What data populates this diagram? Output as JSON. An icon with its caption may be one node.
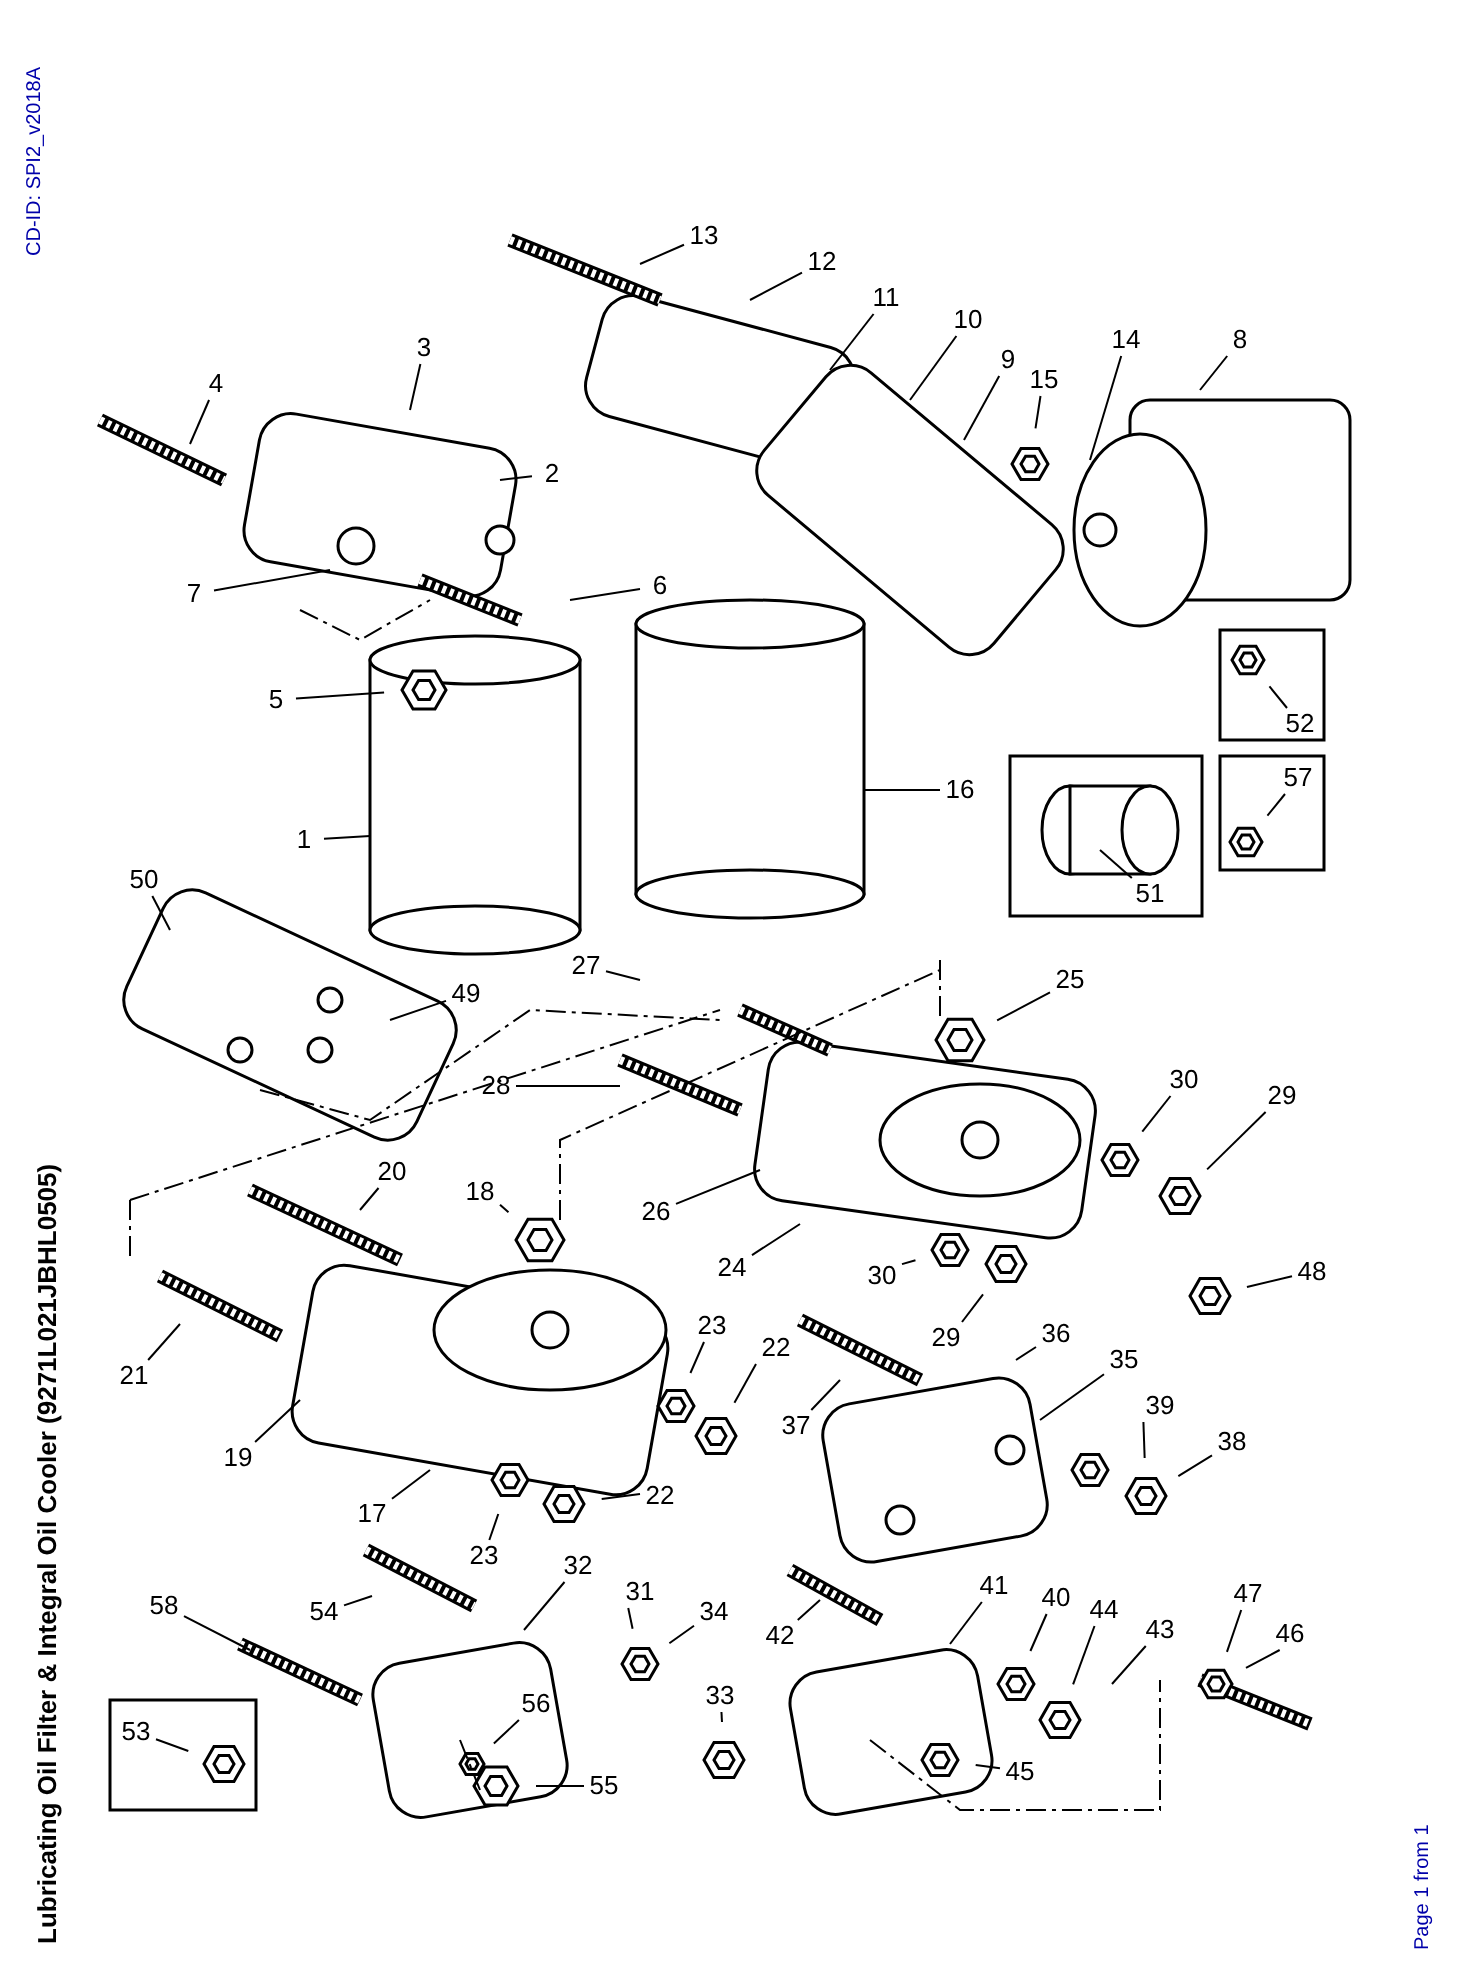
{
  "diagram": {
    "title": "Lubricating Oil Filter & Integral Oil Cooler (9271L021JBHL0505)",
    "nodes": [
      {
        "text": [
          "1"
        ]
      },
      {
        "text": [
          "2"
        ]
      },
      {
        "text": [
          "3"
        ]
      },
      {
        "text": [
          "4"
        ]
      },
      {
        "text": [
          "5"
        ]
      },
      {
        "text": [
          "6"
        ]
      },
      {
        "text": [
          "7"
        ]
      },
      {
        "text": [
          "8"
        ]
      },
      {
        "text": [
          "9"
        ]
      },
      {
        "text": [
          "10"
        ]
      },
      {
        "text": [
          "11"
        ]
      },
      {
        "text": [
          "12"
        ]
      },
      {
        "text": [
          "13"
        ]
      },
      {
        "text": [
          "14"
        ]
      },
      {
        "text": [
          "15"
        ]
      },
      {
        "text": [
          "16"
        ]
      },
      {
        "text": [
          "17"
        ]
      },
      {
        "text": [
          "18"
        ]
      },
      {
        "text": [
          "19"
        ]
      },
      {
        "text": [
          "20"
        ]
      },
      {
        "text": [
          "21"
        ]
      },
      {
        "text": [
          "22"
        ]
      },
      {
        "text": [
          "22"
        ]
      },
      {
        "text": [
          "23"
        ]
      },
      {
        "text": [
          "23"
        ]
      },
      {
        "text": [
          "24"
        ]
      },
      {
        "text": [
          "25"
        ]
      },
      {
        "text": [
          "26"
        ]
      },
      {
        "text": [
          "27"
        ]
      },
      {
        "text": [
          "28"
        ]
      },
      {
        "text": [
          "29"
        ]
      },
      {
        "text": [
          "29"
        ]
      },
      {
        "text": [
          "30"
        ]
      },
      {
        "text": [
          "30"
        ]
      },
      {
        "text": [
          "31"
        ]
      },
      {
        "text": [
          "32"
        ]
      },
      {
        "text": [
          "33"
        ]
      },
      {
        "text": [
          "34"
        ]
      },
      {
        "text": [
          "35"
        ]
      },
      {
        "text": [
          "36"
        ]
      },
      {
        "text": [
          "37"
        ]
      },
      {
        "text": [
          "38"
        ]
      },
      {
        "text": [
          "39"
        ]
      },
      {
        "text": [
          "40"
        ]
      },
      {
        "text": [
          "41"
        ]
      },
      {
        "text": [
          "42"
        ]
      },
      {
        "text": [
          "43"
        ]
      },
      {
        "text": [
          "44"
        ]
      },
      {
        "text": [
          "45"
        ]
      },
      {
        "text": [
          "46"
        ]
      },
      {
        "text": [
          "47"
        ]
      },
      {
        "text": [
          "48"
        ]
      },
      {
        "text": [
          "49"
        ]
      },
      {
        "text": [
          "50"
        ]
      },
      {
        "text": [
          "51"
        ]
      },
      {
        "text": [
          "52"
        ]
      },
      {
        "text": [
          "53"
        ]
      },
      {
        "text": [
          "54"
        ]
      },
      {
        "text": [
          "55"
        ]
      },
      {
        "text": [
          "56"
        ]
      },
      {
        "text": [
          "57"
        ]
      },
      {
        "text": [
          "58"
        ]
      }
    ],
    "edges": [
      {
        "from": 0,
        "to": null,
        "arrow": "none"
      },
      {
        "from": 1,
        "to": null,
        "arrow": "none"
      },
      {
        "from": 2,
        "to": null,
        "arrow": "none"
      },
      {
        "from": 3,
        "to": null,
        "arrow": "none"
      },
      {
        "from": 4,
        "to": null,
        "arrow": "none"
      },
      {
        "from": 5,
        "to": null,
        "arrow": "none"
      },
      {
        "from": 6,
        "to": null,
        "arrow": "none"
      },
      {
        "from": 7,
        "to": null,
        "arrow": "none"
      },
      {
        "from": 8,
        "to": null,
        "arrow": "none"
      },
      {
        "from": 9,
        "to": null,
        "arrow": "none"
      },
      {
        "from": 10,
        "to": null,
        "arrow": "none"
      },
      {
        "from": 11,
        "to": null,
        "arrow": "none"
      },
      {
        "from": 12,
        "to": null,
        "arrow": "none"
      },
      {
        "from": 13,
        "to": null,
        "arrow": "none"
      },
      {
        "from": 14,
        "to": null,
        "arrow": "none"
      },
      {
        "from": 15,
        "to": null,
        "arrow": "none"
      },
      {
        "from": 16,
        "to": null,
        "arrow": "none"
      },
      {
        "from": 17,
        "to": null,
        "arrow": "none"
      },
      {
        "from": 18,
        "to": null,
        "arrow": "none"
      },
      {
        "from": 19,
        "to": null,
        "arrow": "none"
      },
      {
        "from": 20,
        "to": null,
        "arrow": "none"
      },
      {
        "from": 21,
        "to": null,
        "arrow": "none"
      },
      {
        "from": 22,
        "to": null,
        "arrow": "none"
      },
      {
        "from": 23,
        "to": null,
        "arrow": "none"
      },
      {
        "from": 24,
        "to": null,
        "arrow": "none"
      },
      {
        "from": 25,
        "to": null,
        "arrow": "none"
      },
      {
        "from": 26,
        "to": null,
        "arrow": "none"
      },
      {
        "from": 27,
        "to": null,
        "arrow": "none"
      },
      {
        "from": 28,
        "to": null,
        "arrow": "none"
      },
      {
        "from": 29,
        "to": null,
        "arrow": "none"
      },
      {
        "from": 30,
        "to": null,
        "arrow": "none"
      },
      {
        "from": 31,
        "to": null,
        "arrow": "none"
      },
      {
        "from": 32,
        "to": null,
        "arrow": "none"
      },
      {
        "from": 33,
        "to": null,
        "arrow": "none"
      },
      {
        "from": 34,
        "to": null,
        "arrow": "none"
      },
      {
        "from": 35,
        "to": null,
        "arrow": "none"
      },
      {
        "from": 36,
        "to": null,
        "arrow": "none"
      },
      {
        "from": 37,
        "to": null,
        "arrow": "none"
      },
      {
        "from": 38,
        "to": null,
        "arrow": "none"
      },
      {
        "from": 39,
        "to": null,
        "arrow": "none"
      },
      {
        "from": 40,
        "to": null,
        "arrow": "none"
      },
      {
        "from": 41,
        "to": null,
        "arrow": "none"
      },
      {
        "from": 42,
        "to": null,
        "arrow": "none"
      },
      {
        "from": 43,
        "to": null,
        "arrow": "none"
      },
      {
        "from": 44,
        "to": null,
        "arrow": "none"
      },
      {
        "from": 45,
        "to": null,
        "arrow": "none"
      },
      {
        "from": 46,
        "to": null,
        "arrow": "none"
      },
      {
        "from": 47,
        "to": null,
        "arrow": "none"
      },
      {
        "from": 48,
        "to": null,
        "arrow": "none"
      },
      {
        "from": 49,
        "to": null,
        "arrow": "none"
      },
      {
        "from": 50,
        "to": null,
        "arrow": "none"
      },
      {
        "from": 51,
        "to": null,
        "arrow": "none"
      },
      {
        "from": 52,
        "to": null,
        "arrow": "none"
      },
      {
        "from": 53,
        "to": null,
        "arrow": "none"
      },
      {
        "from": 54,
        "to": null,
        "arrow": "none"
      },
      {
        "from": 55,
        "to": null,
        "arrow": "none"
      },
      {
        "from": 56,
        "to": null,
        "arrow": "none"
      },
      {
        "from": 57,
        "to": null,
        "arrow": "none"
      },
      {
        "from": 58,
        "to": null,
        "arrow": "none"
      },
      {
        "from": 59,
        "to": null,
        "arrow": "none"
      },
      {
        "from": 60,
        "to": null,
        "arrow": "none"
      },
      {
        "from": 61,
        "to": null,
        "arrow": "none"
      }
    ],
    "labels": [
      "CD-ID: SPI2_v2018A",
      "Page 1 from 1"
    ]
  }
}
